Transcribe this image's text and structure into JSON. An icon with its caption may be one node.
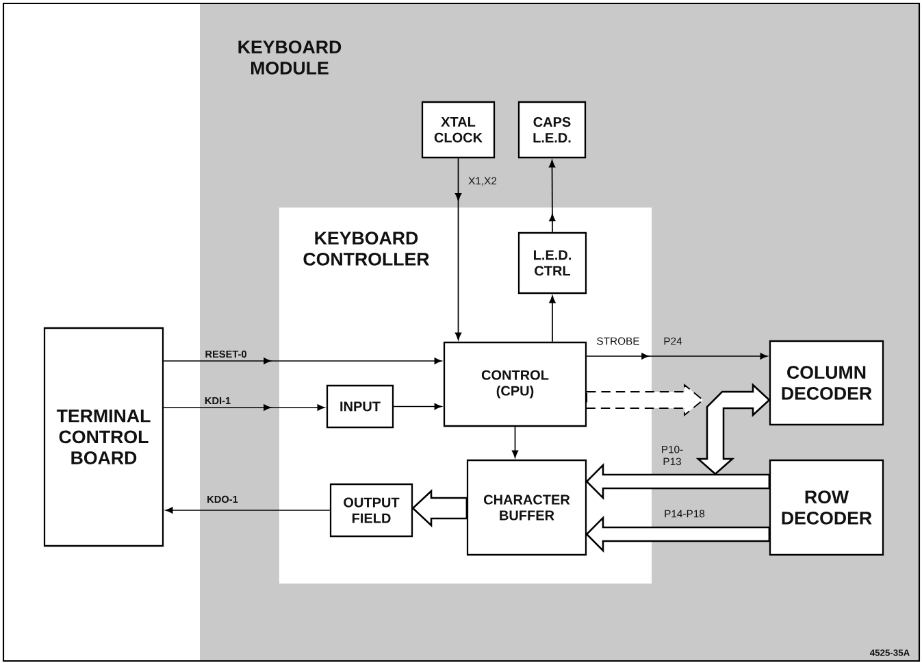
{
  "diagram": {
    "nodes": [
      {
        "text": [
          "KEYBOARD MODULE"
        ]
      },
      {
        "text": [
          "XTAL CLOCK"
        ],
        "in": 0
      },
      {
        "text": [
          "CAPS L.E.D."
        ],
        "in": 0
      },
      {
        "text": [
          "KEYBOARD CONTROLLER"
        ],
        "in": 0
      },
      {
        "text": [
          "L.E.D. CTRL"
        ],
        "in": 3
      },
      {
        "text": [
          "CONTROL (CPU)"
        ],
        "in": 3
      },
      {
        "text": [
          "COLUMN DECODER"
        ],
        "in": 0
      },
      {
        "text": [
          "TERMINAL CONTROL BOARD"
        ]
      },
      {
        "text": [
          "INPUT"
        ],
        "in": 3
      },
      {
        "text": [
          "CHARACTER BUFFER"
        ],
        "in": 3
      },
      {
        "text": [
          "OUTPUT FIELD"
        ],
        "in": 3
      },
      {
        "text": [
          "ROW DECODER"
        ],
        "in": 0
      }
    ],
    "edges": [
      {
        "from": 1,
        "to": 5,
        "arrow": "to",
        "label": "X1,X2"
      },
      {
        "from": 4,
        "to": 2,
        "arrow": "to"
      },
      {
        "from": 5,
        "to": 4,
        "arrow": "to"
      },
      {
        "from": 7,
        "to": 5,
        "arrow": "to",
        "label": "RESET-0"
      },
      {
        "from": 7,
        "to": 8,
        "arrow": "to",
        "label": "KDI-1"
      },
      {
        "from": 8,
        "to": 5,
        "arrow": "to"
      },
      {
        "from": 5,
        "to": 6,
        "arrow": "to",
        "label": "STROBE"
      },
      {
        "from": 5,
        "to": null,
        "arrow": "to",
        "style": "dashed"
      },
      {
        "from": 11,
        "to": 6,
        "arrow": "both",
        "style": "thick"
      },
      {
        "from": 11,
        "to": 9,
        "arrow": "to",
        "style": "thick",
        "label": "P10- P13"
      },
      {
        "from": 11,
        "to": 9,
        "arrow": "to",
        "style": "thick",
        "label": "P14-P18"
      },
      {
        "from": 9,
        "to": 10,
        "arrow": "to",
        "style": "thick"
      },
      {
        "from": 10,
        "to": 7,
        "arrow": "to",
        "label": "KDO-1"
      },
      {
        "from": 5,
        "to": 9,
        "arrow": "to"
      }
    ],
    "labels": [
      "P24",
      "4525-35A"
    ]
  }
}
